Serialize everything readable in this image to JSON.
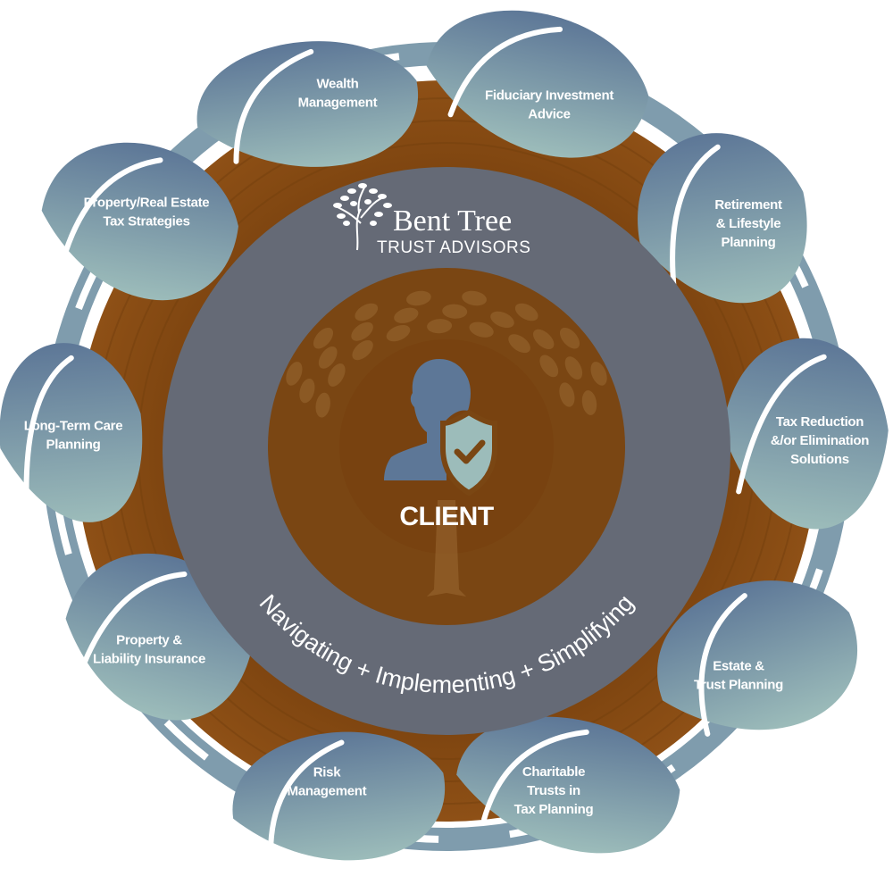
{
  "brand": {
    "name": "Bent Tree",
    "subtitle": "TRUST ADVISORS",
    "logo_icon": "tree-icon"
  },
  "center": {
    "label": "CLIENT",
    "icon": "user-shield-check-icon"
  },
  "tagline": "Navigating  + Implementing + Simplifying",
  "colors": {
    "leaf_top": "#5d7797",
    "leaf_bottom": "#9cbcba",
    "wood": "#8a4c12",
    "ring": "#656a76",
    "core": "#7a4613",
    "person": "#5d7797",
    "shield": "#9cbcba"
  },
  "services": [
    {
      "id": "wealth-management",
      "lines": [
        "Wealth",
        "Management"
      ]
    },
    {
      "id": "fiduciary-investment-advice",
      "lines": [
        "Fiduciary Investment",
        "Advice"
      ]
    },
    {
      "id": "retirement-lifestyle-planning",
      "lines": [
        "Retirement",
        "& Lifestyle",
        "Planning"
      ]
    },
    {
      "id": "tax-reduction-elimination",
      "lines": [
        "Tax Reduction",
        "&/or Elimination",
        "Solutions"
      ]
    },
    {
      "id": "estate-trust-planning",
      "lines": [
        "Estate &",
        "Trust Planning"
      ]
    },
    {
      "id": "charitable-trusts-tax-planning",
      "lines": [
        "Charitable",
        "Trusts in",
        "Tax Planning"
      ]
    },
    {
      "id": "risk-management",
      "lines": [
        "Risk",
        "Management"
      ]
    },
    {
      "id": "property-liability-insurance",
      "lines": [
        "Property &",
        "Liability Insurance"
      ]
    },
    {
      "id": "long-term-care-planning",
      "lines": [
        "Long-Term Care",
        "Planning"
      ]
    },
    {
      "id": "property-real-estate-tax",
      "lines": [
        "Property/Real Estate",
        "Tax Strategies"
      ]
    }
  ]
}
